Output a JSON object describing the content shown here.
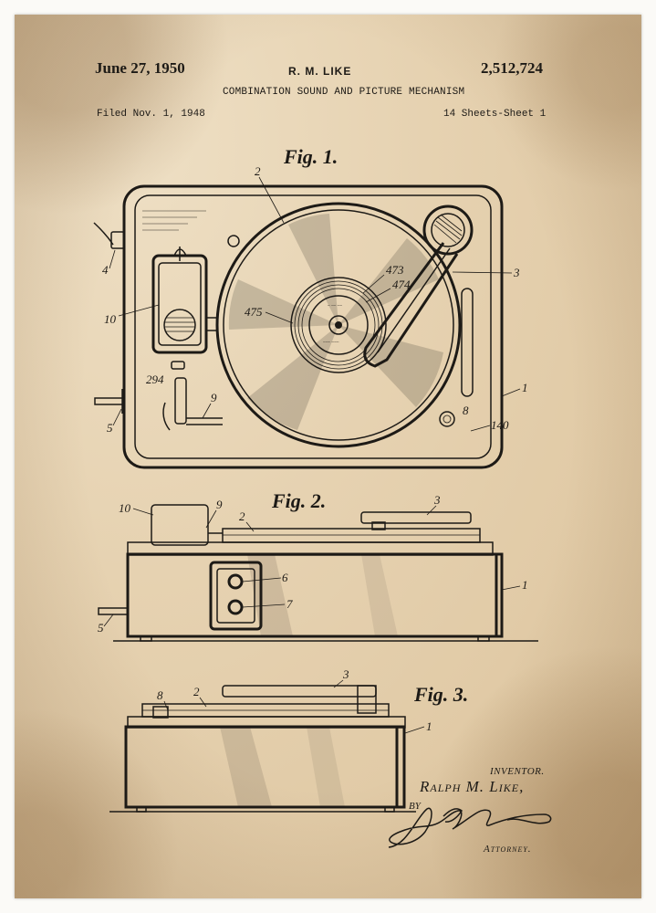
{
  "header": {
    "date": "June 27, 1950",
    "inventor": "R. M. LIKE",
    "patent_number": "2,512,724",
    "title": "COMBINATION SOUND AND PICTURE MECHANISM",
    "filed": "Filed Nov. 1, 1948",
    "sheets": "14 Sheets-Sheet 1"
  },
  "figures": {
    "fig1": "Fig. 1.",
    "fig2": "Fig. 2.",
    "fig3": "Fig. 3."
  },
  "fig1_labels": {
    "l2": "2",
    "l3": "3",
    "l4": "4",
    "l10": "10",
    "l475": "475",
    "l473": "473",
    "l474": "474",
    "l294": "294",
    "l9": "9",
    "l5": "5",
    "l8": "8",
    "l1": "1",
    "l140": "140"
  },
  "fig2_labels": {
    "l10": "10",
    "l9": "9",
    "l2": "2",
    "l3": "3",
    "l6": "6",
    "l7": "7",
    "l1": "1",
    "l5": "5"
  },
  "fig3_labels": {
    "l8": "8",
    "l2": "2",
    "l3": "3",
    "l1": "1"
  },
  "signature_block": {
    "inventor_label": "INVENTOR.",
    "inventor_name": "Ralph M. Like,",
    "by": "BY",
    "attorney_label": "Attorney."
  },
  "colors": {
    "paper": "#e6d2b1",
    "ink": "#1d1a16",
    "border": "#fbfaf7"
  }
}
